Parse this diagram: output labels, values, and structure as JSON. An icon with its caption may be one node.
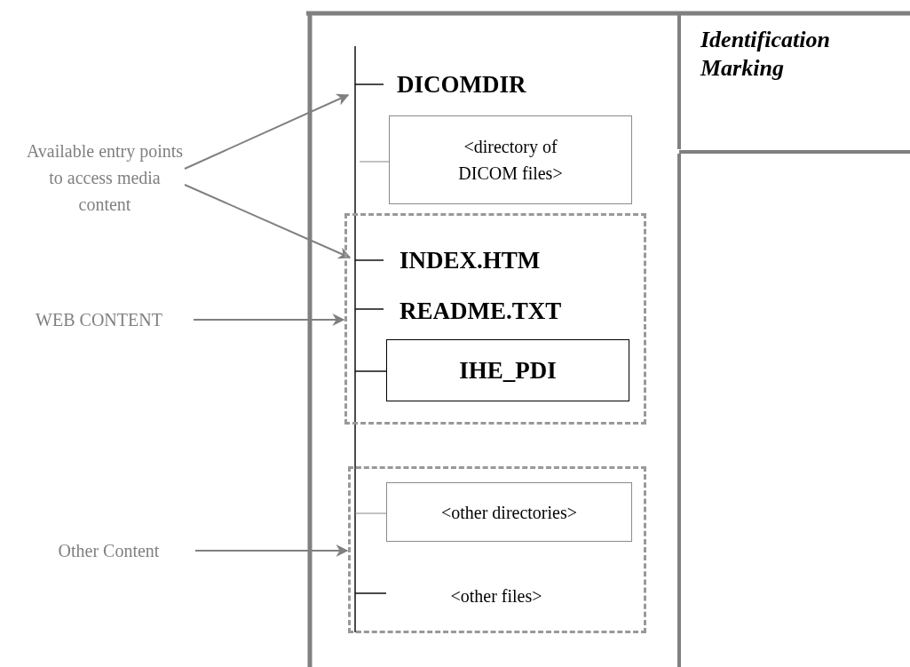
{
  "diagram": {
    "nodes": [
      {
        "text": [
          "Available entry points to  access media content"
        ]
      },
      {
        "text": [
          "WEB CONTENT"
        ]
      },
      {
        "text": [
          "Other Content"
        ]
      },
      {
        "text": [
          "Identification Marking"
        ]
      },
      {
        "text": [
          "DICOMDIR"
        ]
      },
      {
        "text": [
          "<directory of DICOM files>"
        ]
      },
      {
        "text": [],
        "shape": "box"
      },
      {
        "text": [
          "INDEX.HTM"
        ],
        "in": 6
      },
      {
        "text": [
          "README.TXT"
        ],
        "in": 6
      },
      {
        "text": [
          "IHE_PDI"
        ],
        "in": 6
      },
      {
        "text": [],
        "shape": "box"
      },
      {
        "text": [
          "<other directories>"
        ],
        "in": 10
      },
      {
        "text": [
          "<other files>"
        ],
        "in": 10
      }
    ],
    "edges": [
      {
        "from": 0,
        "to": 4,
        "arrow": "to"
      },
      {
        "from": 0,
        "to": 7,
        "arrow": "to"
      },
      {
        "from": 1,
        "to": 6,
        "arrow": "to"
      },
      {
        "from": 2,
        "to": 10,
        "arrow": "to"
      }
    ]
  }
}
